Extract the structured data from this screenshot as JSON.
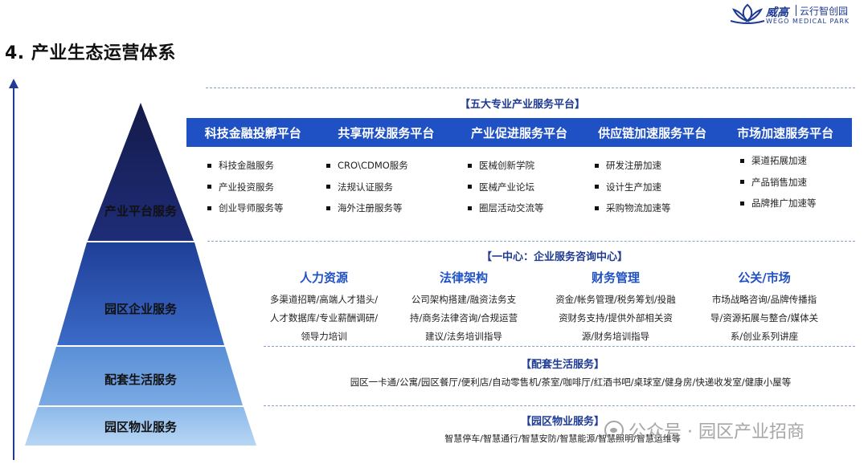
{
  "page": {
    "title": "4. 产业生态运营体系"
  },
  "logo": {
    "brand_cn": "威高",
    "brand_sub": "云行智创园",
    "brand_en": "WEGO MEDICAL PARK"
  },
  "pyramid": {
    "tiers": [
      {
        "label": "产业平台服务",
        "color_top": "#141a4a",
        "color_bottom": "#1e2d78"
      },
      {
        "label": "园区企业服务",
        "color_top": "#1e3f98",
        "color_bottom": "#3b6bc8"
      },
      {
        "label": "配套生活服务",
        "color_top": "#5a8fd6",
        "color_bottom": "#7aaae4"
      },
      {
        "label": "园区物业服务",
        "color_top": "#8cb9ea",
        "color_bottom": "#b7d6f4"
      }
    ]
  },
  "platform": {
    "heading": "【五大专业产业服务平台】",
    "columns": [
      {
        "title": "科技金融投孵平台",
        "items": [
          "科技金融服务",
          "产业投资服务",
          "创业导师服务等"
        ]
      },
      {
        "title": "共享研发服务平台",
        "items": [
          "CRO\\CDMO服务",
          "法规认证服务",
          "海外注册服务等"
        ]
      },
      {
        "title": "产业促进服务平台",
        "items": [
          "医械创新学院",
          "医械产业论坛",
          "圈层活动交流等"
        ]
      },
      {
        "title": "供应链加速服务平台",
        "items": [
          "研发注册加速",
          "设计生产加速",
          "采购物流加速等"
        ]
      },
      {
        "title": "市场加速服务平台",
        "items": [
          "渠道拓展加速",
          "产品销售加速",
          "品牌推广加速等"
        ]
      }
    ]
  },
  "center": {
    "heading": "【一中心：企业服务咨询中心】",
    "columns": [
      {
        "title": "人力资源",
        "lines": [
          "多渠道招聘/高端人才猎头/",
          "人才数据库/专业薪酬调研/",
          "领导力培训"
        ]
      },
      {
        "title": "法律架构",
        "lines": [
          "公司架构搭建/融资法务支",
          "持/商务法律咨询/合规运营",
          "建议/法务培训指导"
        ]
      },
      {
        "title": "财务管理",
        "lines": [
          "资金/帐务管理/税务筹划/投融",
          "资财务支持/提供外部相关资",
          "源/财务培训指导"
        ]
      },
      {
        "title": "公关/市场",
        "lines": [
          "市场战略咨询/品牌传播指",
          "导/资源拓展与整合/媒体关",
          "系/创业系列讲座"
        ]
      }
    ]
  },
  "life": {
    "heading": "【配套生活服务】",
    "text": "园区一卡通/公寓/园区餐厅/便利店/自动零售机/茶室/咖啡厅/红酒书吧/桌球室/健身房/快递收发室/健康小屋等"
  },
  "property": {
    "heading": "【园区物业服务】",
    "text": "智慧停车/智慧通行/智慧安防/智慧能源/智慧照明/智慧运维等"
  },
  "watermark": {
    "text": "公众号 · 园区产业招商"
  },
  "colors": {
    "accent": "#1f51c4",
    "heading": "#1f3b93"
  }
}
